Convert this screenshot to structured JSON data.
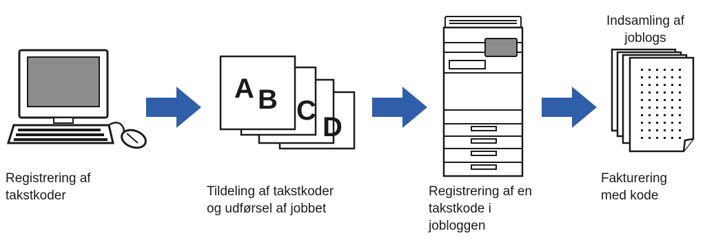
{
  "steps": [
    {
      "icon": "computer-icon",
      "caption": "Registrering af\ntakstkoder"
    },
    {
      "icon": "documents-icon",
      "caption": "Tildeling af takstkoder\nog udførsel af jobbet",
      "letters": [
        "A",
        "B",
        "C",
        "D"
      ]
    },
    {
      "icon": "printer-icon",
      "caption": "Registrering af en\ntakstkode i\njobloggen"
    },
    {
      "icon": "report-pages-icon",
      "caption": "Fakturering\nmed kode",
      "top_caption": "Indsamling af\njoblogs"
    }
  ],
  "arrows": [
    "arrow-right-icon",
    "arrow-right-icon",
    "arrow-right-icon"
  ],
  "colors": {
    "arrow": "#2f5fa8",
    "line": "#1a1a1a",
    "screen": "#8c8c8c"
  }
}
